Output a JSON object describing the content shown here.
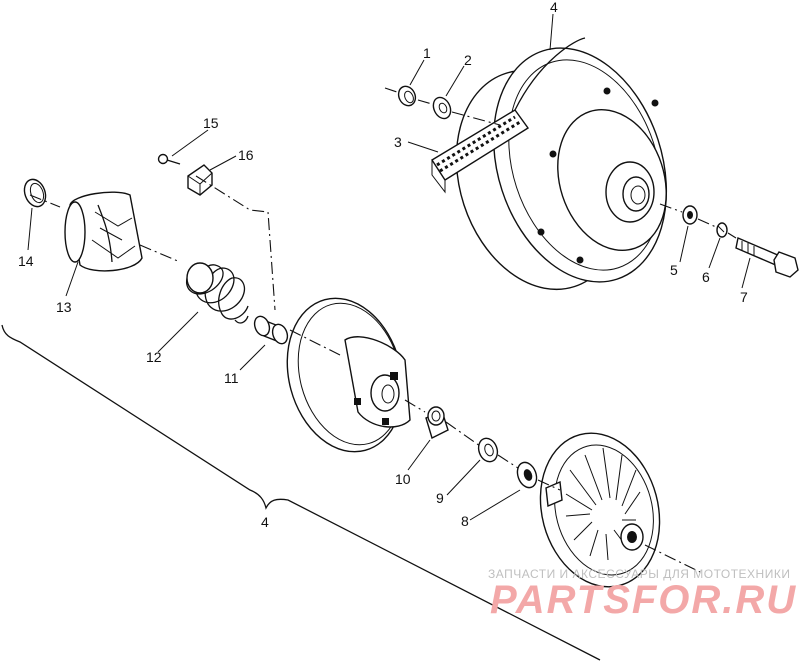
{
  "diagram": {
    "callouts": [
      {
        "id": "1",
        "text": "1"
      },
      {
        "id": "2",
        "text": "2"
      },
      {
        "id": "3",
        "text": "3"
      },
      {
        "id": "4a",
        "text": "4"
      },
      {
        "id": "4b",
        "text": "4"
      },
      {
        "id": "5",
        "text": "5"
      },
      {
        "id": "6",
        "text": "6"
      },
      {
        "id": "7",
        "text": "7"
      },
      {
        "id": "8",
        "text": "8"
      },
      {
        "id": "9",
        "text": "9"
      },
      {
        "id": "10",
        "text": "10"
      },
      {
        "id": "11",
        "text": "11"
      },
      {
        "id": "12",
        "text": "12"
      },
      {
        "id": "13",
        "text": "13"
      },
      {
        "id": "14",
        "text": "14"
      },
      {
        "id": "15",
        "text": "15"
      },
      {
        "id": "16",
        "text": "16"
      }
    ]
  },
  "watermark": {
    "small": "ЗАПЧАСТИ И АКСЕССУАРЫ ДЛЯ МОТОТЕХНИКИ",
    "big": "PARTSFOR.RU"
  }
}
